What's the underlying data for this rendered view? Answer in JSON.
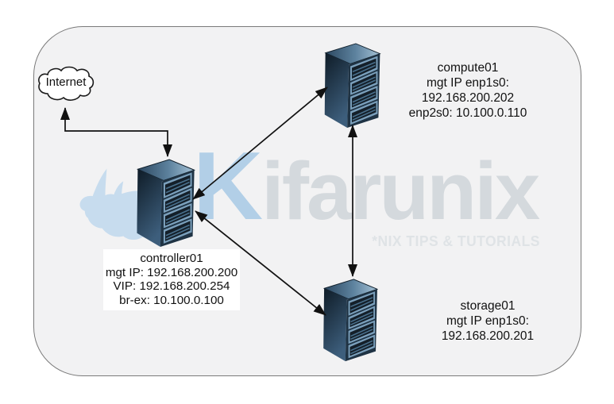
{
  "diagram": {
    "internet_label": "Internet",
    "nodes": {
      "compute": {
        "title": "compute01",
        "line2": "mgt IP enp1s0: 192.168.200.202",
        "line3": "enp2s0: 10.100.0.110"
      },
      "controller": {
        "title": "controller01",
        "line2": "mgt IP: 192.168.200.200",
        "line3": "VIP: 192.168.200.254",
        "line4": "br-ex: 10.100.0.100"
      },
      "storage": {
        "title": "storage01",
        "line2": "mgt IP enp1s0: 192.168.200.201"
      }
    }
  },
  "watermark": {
    "logo_k": "K",
    "logo_rest": "ifarunix",
    "tagline": "*NIX TIPS & TUTORIALS"
  },
  "colors": {
    "canvas_bg": "#ffffff",
    "panel_bg": "#f2f2f3",
    "panel_border": "#7a7a7a",
    "watermark_rhino": "#c7dcee",
    "watermark_k": "#b2cfe7",
    "watermark_text": "#d4d9dd",
    "watermark_tagline": "#dfe3e6",
    "label_text": "#111111",
    "label_box_bg": "#ffffff",
    "arrow": "#111111"
  }
}
